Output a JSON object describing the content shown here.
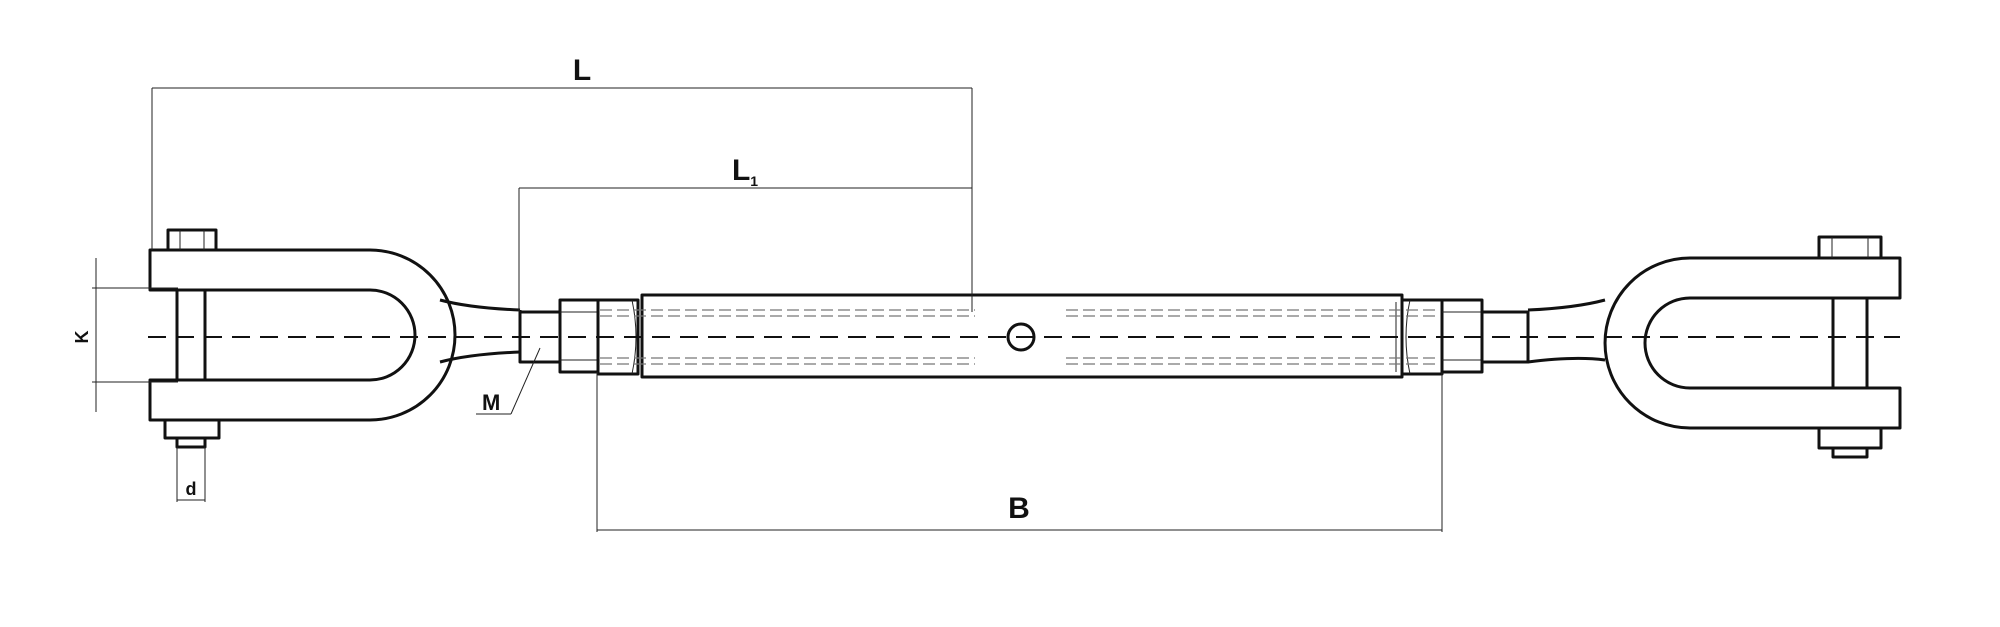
{
  "labels": {
    "L": "L",
    "L1_main": "L",
    "L1_sub": "1",
    "B": "B",
    "K": "K",
    "M": "M",
    "d": "d"
  },
  "colors": {
    "stroke": "#111111",
    "hidden_line": "#777777",
    "background": "#ffffff"
  }
}
